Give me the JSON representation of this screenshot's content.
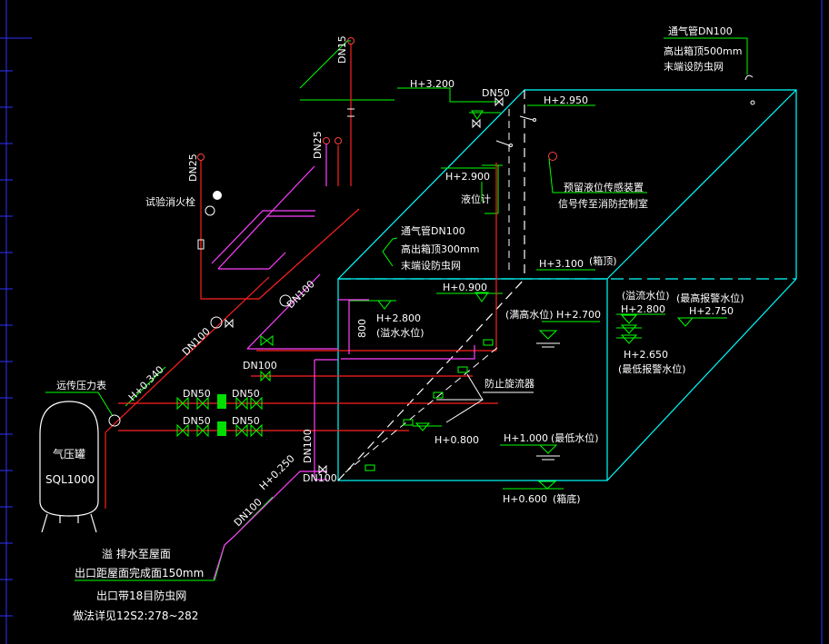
{
  "colors": {
    "background": "#000000",
    "white": "#ffffff",
    "green": "#00ff00",
    "red": "#ff2020",
    "magenta": "#ff40ff",
    "cyan": "#00ffff",
    "blue_axis": "#3030ff"
  },
  "labels": {
    "vent_pipe_top": "通气管DN100",
    "above_top_500": "高出箱顶500mm",
    "mesh_end_top": "末端设防虫网",
    "dn15": "DN15",
    "dn25_left": "DN25",
    "dn25_mid": "DN25",
    "h_3200": "H+3.200",
    "dn50_top": "DN50",
    "h_2950": "H+2.950",
    "h_2900": "H+2.900",
    "level_meter": "液位计",
    "remote_sensor": "预留液位传感装置",
    "signal_to_control": "信号传至消防控制室",
    "test_hydrant": "试验消火栓",
    "vent_pipe_mid": "通气管DN100",
    "above_top_300": "高出箱顶300mm",
    "mesh_end_mid": "末端设防虫网",
    "h_3100": "H+3.100",
    "box_top": "(箱顶)",
    "h_0900": "H+0.900",
    "dn100_a": "DN100",
    "dn100_b": "DN100",
    "h_2800_in": "H+2.800",
    "overflow_level": "(溢水水位)",
    "dim_800": "800",
    "full_level": "(满高水位)",
    "h_2700": "H+2.700",
    "overflow_level_r": "(溢流水位)",
    "h_2800_r": "H+2.800",
    "max_alarm_level": "(最高报警水位)",
    "h_2750": "H+2.750",
    "h_2650": "H+2.650",
    "min_alarm_level": "(最低报警水位)",
    "remote_gauge": "远传压力表",
    "h_0340": "H+0.340",
    "dn100_c": "DN100",
    "dn50_1": "DN50",
    "dn50_2": "DN50",
    "dn50_3": "DN50",
    "dn50_4": "DN50",
    "vortex_preventer": "防止旋流器",
    "h_0800": "H+0.800",
    "h_1000": "H+1.000",
    "min_level": "(最低水位)",
    "pressure_tank": "气压罐",
    "sql1000": "SQL1000",
    "dn100_d": "DN100",
    "dn100_e": "DN100",
    "h_0250": "H+0.250",
    "dn100_f": "DN100",
    "h_0600": "H+0.600",
    "box_bottom": "(箱底)",
    "note_1": "溢 排水至屋面",
    "note_2": "出口距屋面完成面150mm",
    "note_3": "出口带18目防虫网",
    "note_4": "做法详见12S2:278~282"
  }
}
